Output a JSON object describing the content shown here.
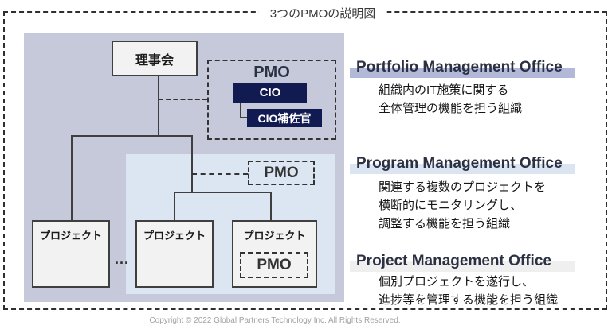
{
  "title": "3つのPMOの説明図",
  "diagram": {
    "board": "理事会",
    "executive_pmo": {
      "label": "PMO",
      "cio": "CIO",
      "cio_aide": "CIO補佐官"
    },
    "program_pmo_label": "PMO",
    "project_pmo_label": "PMO",
    "projects": [
      "プロジェクト",
      "プロジェクト",
      "プロジェクト"
    ],
    "ellipsis": "..."
  },
  "sections": [
    {
      "heading": "Portfolio Management Office",
      "bar_color": "#b2b8d8",
      "lines": [
        "組織内のIT施策に関する",
        "全体管理の機能を担う組織"
      ]
    },
    {
      "heading": "Program Management Office",
      "bar_color": "#dbe5f1",
      "lines": [
        "関連する複数のプロジェクトを",
        "横断的にモニタリングし、",
        "調整する機能を担う組織"
      ]
    },
    {
      "heading": "Project Management Office",
      "bar_color": "#efefef",
      "lines": [
        "個別プロジェクトを遂行し、",
        "進捗等を管理する機能を担う組織"
      ]
    }
  ],
  "colors": {
    "panel_lavender": "#c5c9da",
    "panel_blue": "#dce6f2",
    "navy": "#121a52"
  },
  "footer": "Copyright © 2022 Global Partners Technology Inc. All Rights Reserved."
}
